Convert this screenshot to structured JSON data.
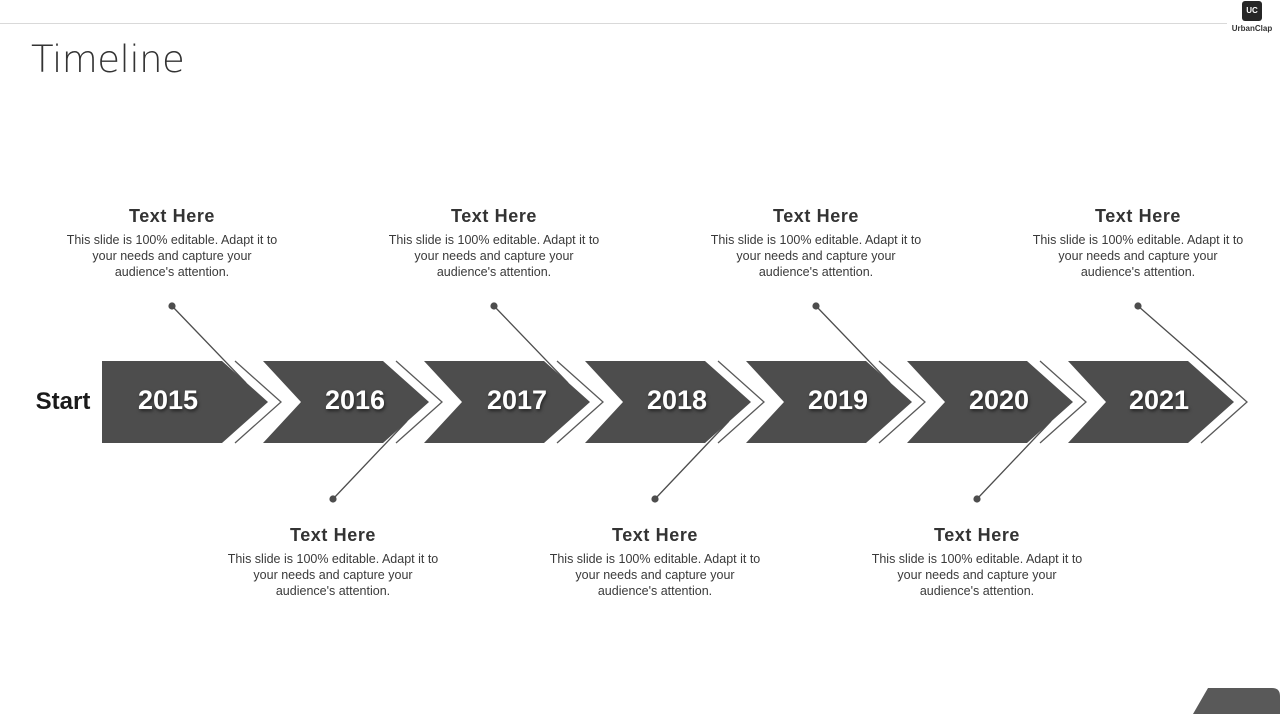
{
  "slide": {
    "title": "Timeline",
    "start_label": "Start",
    "logo": {
      "badge": "UC",
      "name": "UrbanClap"
    }
  },
  "colors": {
    "chevron": "#4d4d4d",
    "line": "#4d4d4d",
    "outline": "#595959"
  },
  "milestones": [
    {
      "year": "2015",
      "heading": "Text Here",
      "body": "This slide is 100% editable. Adapt it to your needs and capture your audience's attention.",
      "position": "above"
    },
    {
      "year": "2016",
      "heading": "Text Here",
      "body": "This slide is 100% editable. Adapt it to your needs and capture your audience's attention.",
      "position": "below"
    },
    {
      "year": "2017",
      "heading": "Text Here",
      "body": "This slide is 100% editable. Adapt it to your needs and capture your audience's attention.",
      "position": "above"
    },
    {
      "year": "2018",
      "heading": "Text Here",
      "body": "This slide is 100% editable. Adapt it to your needs and capture your audience's attention.",
      "position": "below"
    },
    {
      "year": "2019",
      "heading": "Text Here",
      "body": "This slide is 100% editable. Adapt it to your needs and capture your audience's attention.",
      "position": "above"
    },
    {
      "year": "2020",
      "heading": "Text Here",
      "body": "This slide is 100% editable. Adapt it to your needs and capture your audience's attention.",
      "position": "below"
    },
    {
      "year": "2021",
      "heading": "Text Here",
      "body": "This slide is 100% editable. Adapt it to your needs and capture your audience's attention.",
      "position": "above"
    }
  ]
}
